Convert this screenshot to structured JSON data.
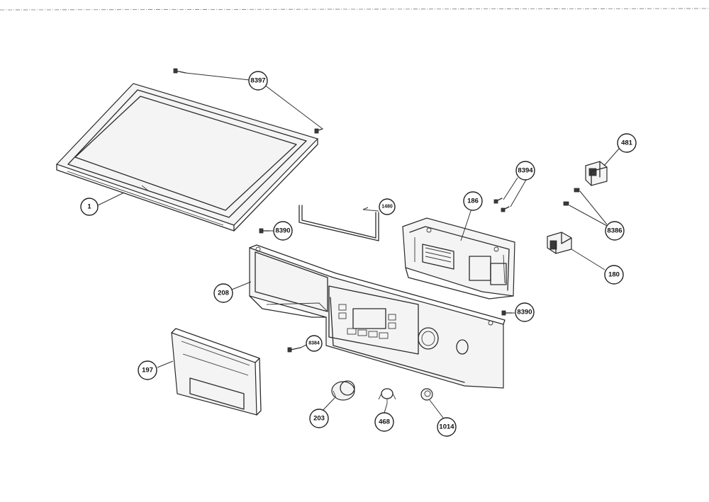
{
  "callouts": {
    "c8397": "8397",
    "c1": "1",
    "c8394": "8394",
    "c481": "481",
    "c1480": "1480",
    "c186": "186",
    "c8390a": "8390",
    "c8386": "8386",
    "c180": "180",
    "c208": "208",
    "c8390b": "8390",
    "c8384": "8384",
    "c197": "197",
    "c203": "203",
    "c468": "468",
    "c1014": "1014"
  }
}
